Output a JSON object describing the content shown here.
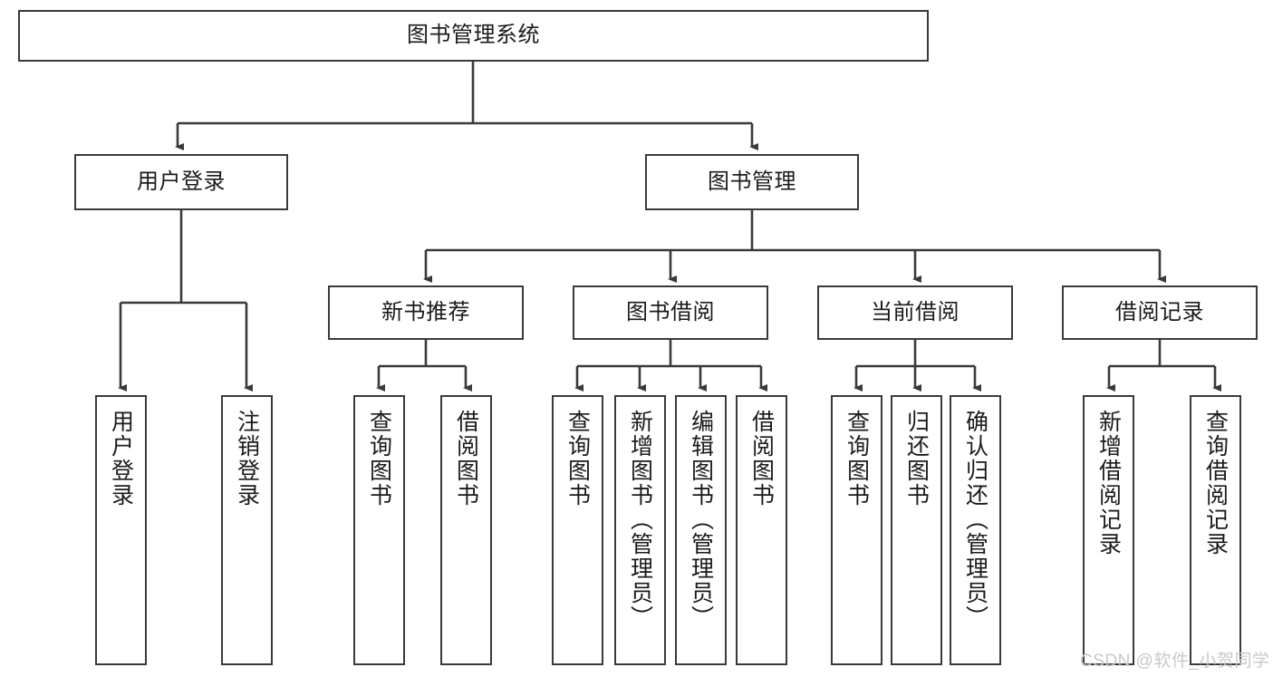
{
  "diagram": {
    "type": "tree",
    "title_node": "图书管理系统",
    "watermark": "CSDN @软件_小贺同学",
    "colors": {
      "box_border": "#3a3a3a",
      "box_fill": "#ffffff",
      "connector": "#3a3a3a",
      "text": "#1b1b1b",
      "watermark": "#c9c9c9"
    },
    "nodes": {
      "root": {
        "label": "图书管理系统"
      },
      "level2": [
        {
          "label": "用户登录"
        },
        {
          "label": "图书管理"
        }
      ],
      "level3": [
        {
          "label": "新书推荐"
        },
        {
          "label": "图书借阅"
        },
        {
          "label": "当前借阅"
        },
        {
          "label": "借阅记录"
        }
      ],
      "leaves_user_login": [
        {
          "label": "用户登录"
        },
        {
          "label": "注销登录"
        }
      ],
      "leaves_new_book": [
        {
          "label": "查询图书"
        },
        {
          "label": "借阅图书"
        }
      ],
      "leaves_borrow": [
        {
          "label": "查询图书"
        },
        {
          "label": "新增图书（管理员）"
        },
        {
          "label": "编辑图书（管理员）"
        },
        {
          "label": "借阅图书"
        }
      ],
      "leaves_current": [
        {
          "label": "查询图书"
        },
        {
          "label": "归还图书"
        },
        {
          "label": "确认归还（管理员）"
        }
      ],
      "leaves_records": [
        {
          "label": "新增借阅记录"
        },
        {
          "label": "查询借阅记录"
        }
      ]
    }
  }
}
